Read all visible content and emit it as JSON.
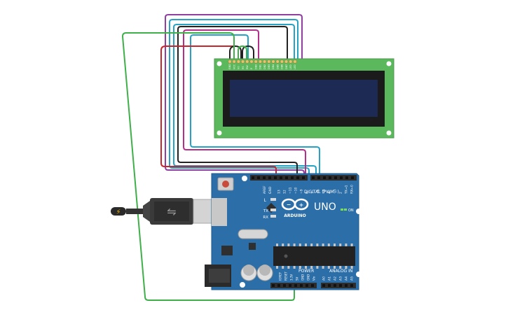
{
  "board": {
    "logo_text": "ARDUINO",
    "model_text": "UNO",
    "on_label": "ON",
    "l_label": "L",
    "tx_label": "TX",
    "rx_label": "RX",
    "digital_label": "DIGITAL (PWM~)",
    "power_label": "POWER",
    "analog_label": "ANALOG IN",
    "aref_label": "AREF",
    "gnd_label": "GND",
    "digital_pins": [
      "13",
      "12",
      "~11",
      "~10",
      "~9",
      "8",
      "7",
      "~6",
      "~5",
      "4",
      "~3",
      "2",
      "TX→1",
      "RX←0"
    ],
    "power_pins": [
      "IOREF",
      "RESET",
      "3.3V",
      "5V",
      "GND",
      "GND",
      "Vin"
    ],
    "analog_pins": [
      "A0",
      "A1",
      "A2",
      "A3",
      "A4",
      "A5"
    ]
  },
  "lcd": {
    "pin_labels": [
      "GND",
      "VCC",
      "V0",
      "RS",
      "RW",
      "E",
      "DB0",
      "DB1",
      "DB2",
      "DB3",
      "DB4",
      "DB5",
      "DB6",
      "DB7",
      "LED",
      "LED"
    ]
  },
  "colors": {
    "board": "#2b6ea8",
    "lcd_pcb": "#5cb85c",
    "lcd_screen": "#1c2a54",
    "wire_purple": "#8e3fa0",
    "wire_cyan": "#26a3c4",
    "wire_black": "#222222",
    "wire_magenta": "#b3308a",
    "wire_red": "#c8252c",
    "wire_green": "#3fb049",
    "usb_plug": "#3a3a3a"
  }
}
